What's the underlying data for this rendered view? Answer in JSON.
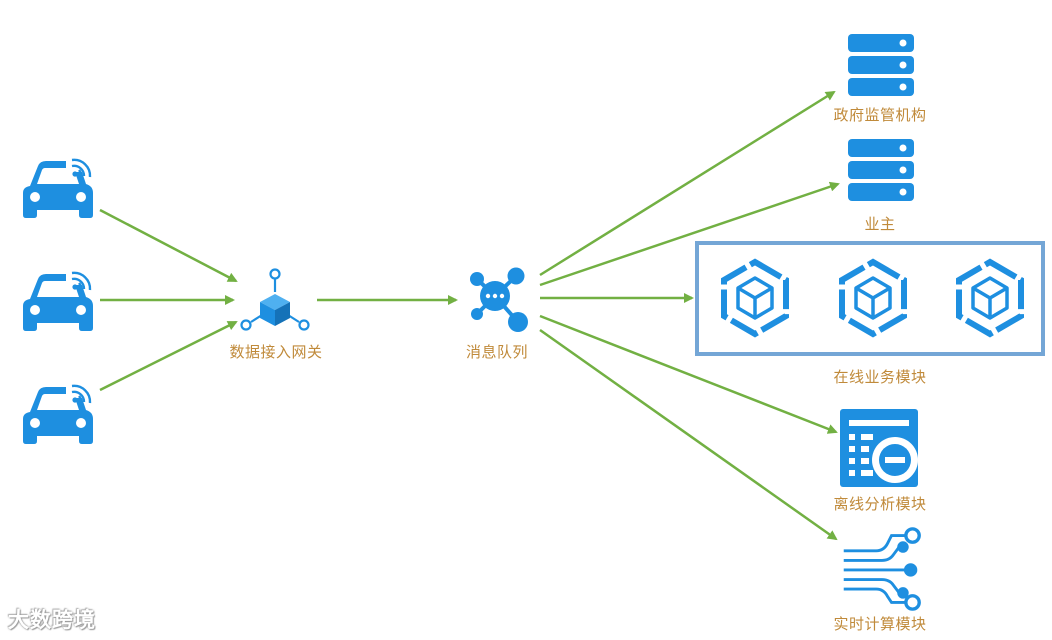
{
  "colors": {
    "icon": "#1e8fe0",
    "arrow": "#72b043",
    "label": "#c08a3a",
    "highlight_border": "#74a6d6"
  },
  "nodes": {
    "vehicles": [
      {
        "icon": "connected-car-icon"
      },
      {
        "icon": "connected-car-icon"
      },
      {
        "icon": "connected-car-icon"
      }
    ],
    "gateway": {
      "label": "数据接入网关",
      "icon": "gateway-hub-icon"
    },
    "queue": {
      "label": "消息队列",
      "icon": "message-queue-icon"
    },
    "gov": {
      "label": "政府监管机构",
      "icon": "server-icon"
    },
    "owner": {
      "label": "业主",
      "icon": "server-icon"
    },
    "online": {
      "label": "在线业务模块",
      "icon": "cube-service-icon"
    },
    "offline": {
      "label": "离线分析模块",
      "icon": "analytics-icon"
    },
    "realtime": {
      "label": "实时计算模块",
      "icon": "circuit-icon"
    }
  },
  "watermark": {
    "text": "大数跨境"
  }
}
